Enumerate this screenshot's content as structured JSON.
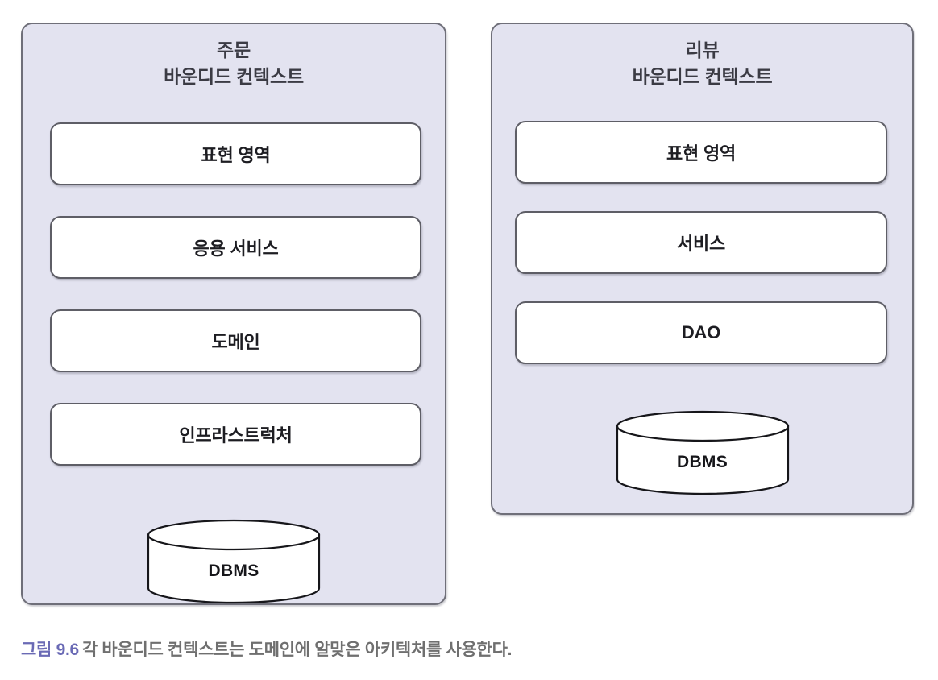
{
  "figure": {
    "caption_number": "그림 9.6",
    "caption_text": "각 바운디드 컨텍스트는 도메인에 알맞은 아키텍처를 사용한다.",
    "colors": {
      "context_fill": "#e3e3f0",
      "context_border": "#6f6f79",
      "layer_fill": "#ffffff",
      "layer_border": "#5e5e66",
      "caption_number": "#6a6ab5",
      "caption_text": "#6f6f6f",
      "page_background": "#ffffff"
    }
  },
  "contexts": [
    {
      "id": "order",
      "title_line1": "주문",
      "title_line2": "바운디드 컨텍스트",
      "title": "주문\n바운디드 컨텍스트",
      "layers": [
        {
          "label": "표현 영역"
        },
        {
          "label": "응용 서비스"
        },
        {
          "label": "도메인"
        },
        {
          "label": "인프라스트럭처"
        }
      ],
      "datastore": {
        "label": "DBMS",
        "shape": "cylinder"
      }
    },
    {
      "id": "review",
      "title_line1": "리뷰",
      "title_line2": "바운디드 컨텍스트",
      "title": "리뷰\n바운디드 컨텍스트",
      "layers": [
        {
          "label": "표현 영역"
        },
        {
          "label": "서비스"
        },
        {
          "label": "DAO"
        }
      ],
      "datastore": {
        "label": "DBMS",
        "shape": "cylinder"
      }
    }
  ]
}
